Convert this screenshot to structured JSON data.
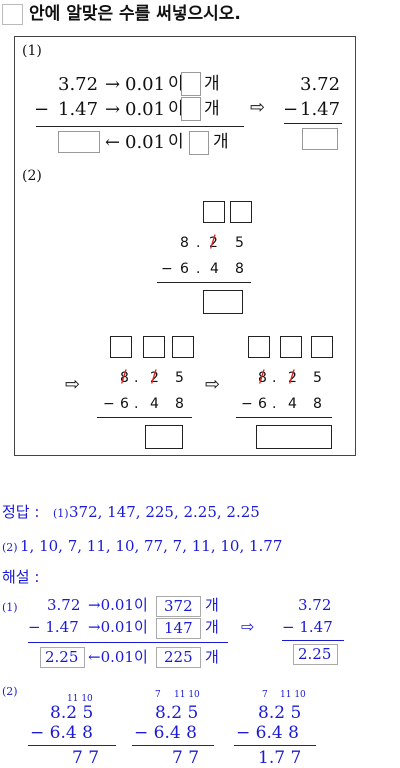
{
  "instruction": {
    "text": "안에 알맞은 수를 써넣으시오."
  },
  "part1": {
    "label": "(1)",
    "row1": {
      "num": "3.72",
      "arrow": "→",
      "unit": "0.01",
      "i": "이",
      "gae": "개"
    },
    "row2": {
      "minus": "−",
      "num": "1.47",
      "arrow": "→",
      "unit": "0.01",
      "i": "이",
      "gae": "개"
    },
    "row3": {
      "arrow": "←",
      "unit": "0.01",
      "i": "이",
      "gae": "개"
    },
    "implies": "⇨",
    "side": {
      "top": "3.72",
      "minus": "−",
      "bottom": "1.47"
    }
  },
  "part2": {
    "label": "(2)",
    "top_calc": {
      "a1": "8",
      "a_dot": ".",
      "a2": "2",
      "a3": "5",
      "minus": "−",
      "b1": "6",
      "b_dot": ".",
      "b2": "4",
      "b3": "8",
      "slash": "/"
    },
    "left_calc": {
      "implies": "⇨",
      "a1": "8",
      "a_dot": ".",
      "a2": "2",
      "a3": "5",
      "minus": "−",
      "b1": "6",
      "b_dot": ".",
      "b2": "4",
      "b3": "8",
      "slash": "/"
    },
    "right_calc": {
      "implies": "⇨",
      "a1": "8",
      "a_dot": ".",
      "a2": "2",
      "a3": "5",
      "minus": "−",
      "b1": "6",
      "b_dot": ".",
      "b2": "4",
      "b3": "8",
      "slash": "/"
    }
  },
  "answer": {
    "label": "정답 :",
    "line1_tag": "(1)",
    "line1": "372, 147, 225, 2.25, 2.25",
    "line2_tag": "(2)",
    "line2": "1, 10, 7, 11, 10, 77, 7, 11, 10, 1.77"
  },
  "explanation": {
    "label": "해설 :",
    "p1": {
      "tag": "(1)",
      "r1_num": "3.72",
      "r1_mid": "→0.01이",
      "r1_val": "372",
      "r1_gae": "개",
      "r2_num": "− 1.47",
      "r2_mid": "→0.01이",
      "r2_val": "147",
      "r2_gae": "개",
      "r3_val": "2.25",
      "r3_mid": "←0.01이",
      "r3_val2": "225",
      "r3_gae": "개",
      "implies": "⇨",
      "side_top": "3.72",
      "side_mid": "− 1.47",
      "side_ans": "2.25"
    },
    "p2": {
      "tag": "(2)",
      "c1": {
        "carry": "11 10",
        "top": "8.2 5",
        "sub": "− 6.4 8",
        "res": "7 7"
      },
      "c2": {
        "carry7": "7",
        "carry": "11 10",
        "top": "8.2 5",
        "sub": "− 6.4 8",
        "res": "7 7"
      },
      "c3": {
        "carry7": "7",
        "carry": "11 10",
        "top": "8.2 5",
        "sub": "− 6.4 8",
        "res": "1.7 7"
      }
    }
  }
}
